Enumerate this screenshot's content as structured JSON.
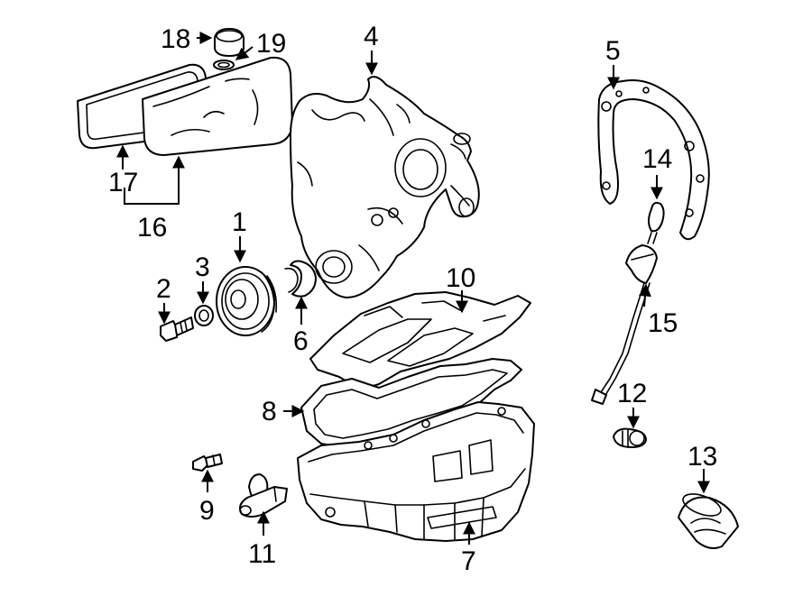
{
  "callouts": {
    "c1": "1",
    "c2": "2",
    "c3": "3",
    "c4": "4",
    "c5": "5",
    "c6": "6",
    "c7": "7",
    "c8": "8",
    "c9": "9",
    "c10": "10",
    "c11": "11",
    "c12": "12",
    "c13": "13",
    "c14": "14",
    "c15": "15",
    "c16": "16",
    "c17": "17",
    "c18": "18",
    "c19": "19"
  },
  "colors": {
    "line": "#000000",
    "fill": "#ffffff"
  }
}
